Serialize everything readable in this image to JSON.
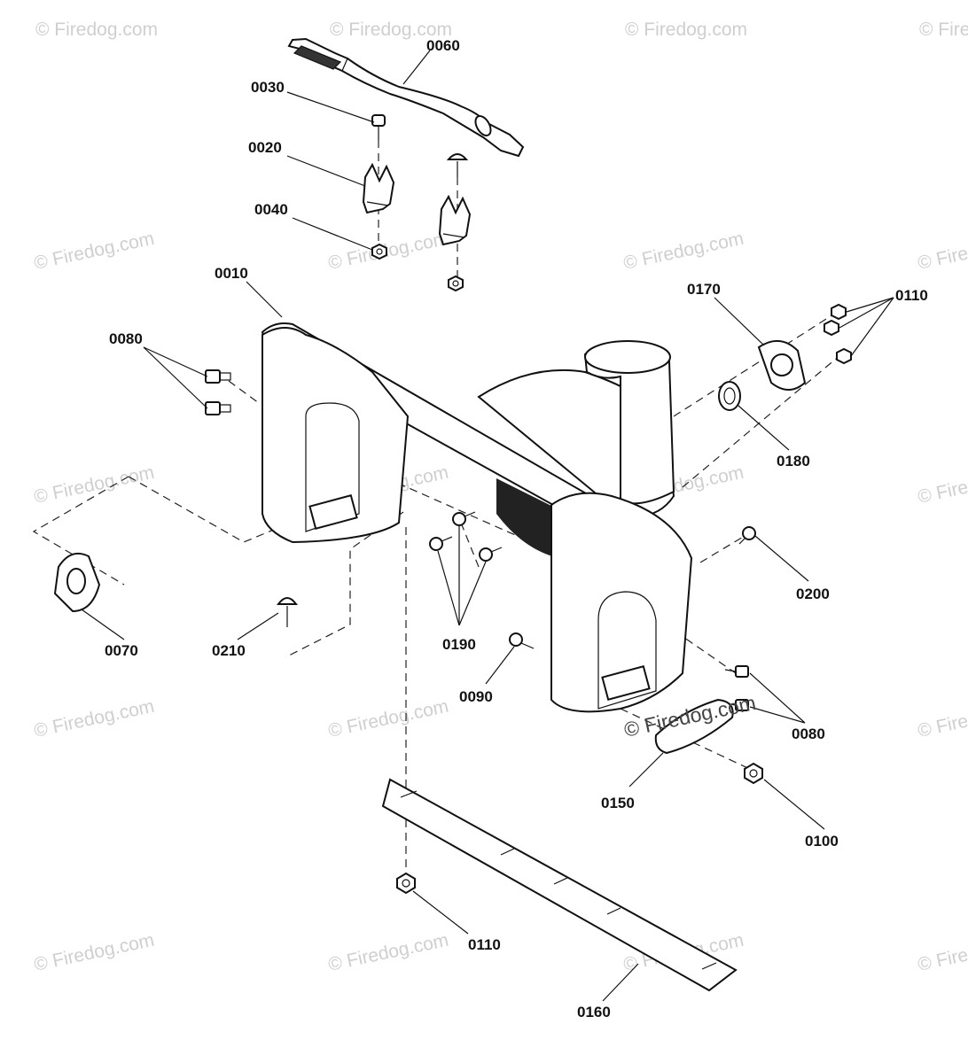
{
  "diagram": {
    "watermark": "© Firedog.com",
    "labels": {
      "p0060": "0060",
      "p0030": "0030",
      "p0020": "0020",
      "p0040": "0040",
      "p0010": "0010",
      "p0170": "0170",
      "p0110_top": "0110",
      "p0080_left": "0080",
      "p0180": "0180",
      "p0200": "0200",
      "p0070": "0070",
      "p0210": "0210",
      "p0190": "0190",
      "p0090": "0090",
      "p0080_right": "0080",
      "p0150": "0150",
      "p0100": "0100",
      "p0110_bottom": "0110",
      "p0160": "0160"
    }
  }
}
